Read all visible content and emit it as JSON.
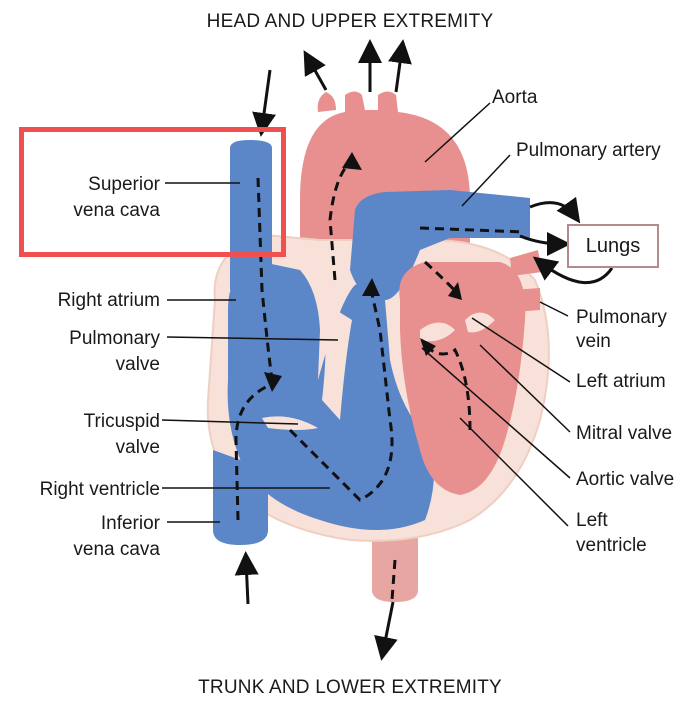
{
  "title_top": "HEAD AND UPPER EXTREMITY",
  "title_bottom": "TRUNK AND LOWER EXTREMITY",
  "labels": {
    "aorta": "Aorta",
    "pulmonary_artery": "Pulmonary artery",
    "lungs": "Lungs",
    "pulmonary_vein_1": "Pulmonary",
    "pulmonary_vein_2": "vein",
    "left_atrium": "Left atrium",
    "mitral_valve": "Mitral valve",
    "aortic_valve": "Aortic valve",
    "left_ventricle_1": "Left",
    "left_ventricle_2": "ventricle",
    "svc_1": "Superior",
    "svc_2": "vena cava",
    "right_atrium": "Right atrium",
    "pulmonary_valve_1": "Pulmonary",
    "pulmonary_valve_2": "valve",
    "tricuspid_valve_1": "Tricuspid",
    "tricuspid_valve_2": "valve",
    "right_ventricle": "Right ventricle",
    "ivc_1": "Inferior",
    "ivc_2": "vena cava"
  },
  "colors": {
    "highlight": "#f0504f",
    "deoxygenated": "#5b86c8",
    "oxygenated": "#e8908f",
    "outline": "#f3ddd3"
  }
}
